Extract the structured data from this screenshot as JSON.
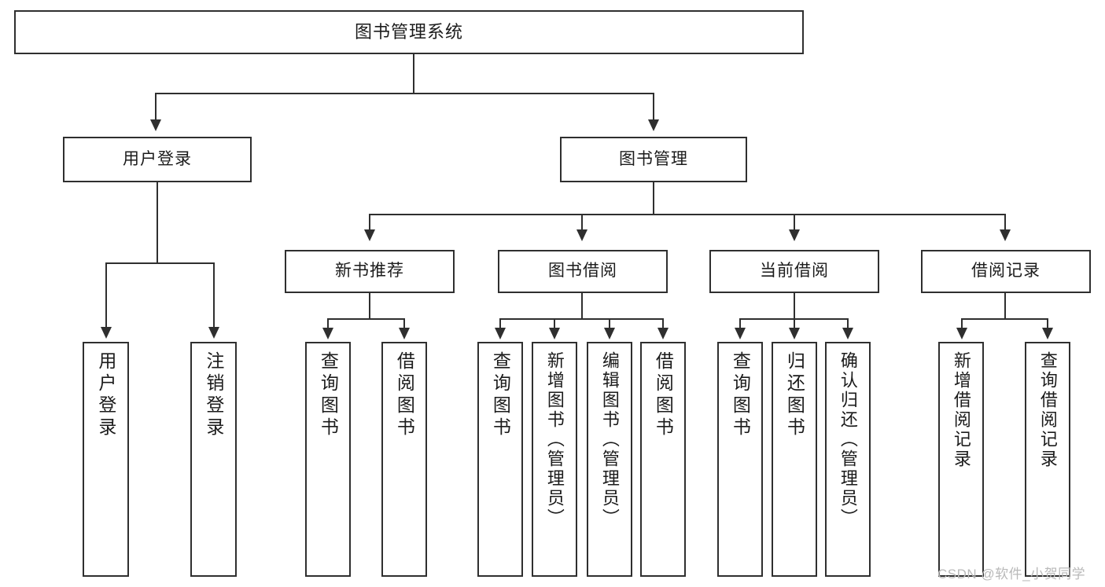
{
  "diagram": {
    "title": "图书管理系统",
    "type": "hierarchy-tree",
    "watermark": "CSDN @软件_小贺同学",
    "colors": {
      "stroke": "#2f2f2f",
      "fill": "#ffffff",
      "text": "#1b1b1b",
      "watermark": "#b9b9b9"
    },
    "root": {
      "label": "图书管理系统"
    },
    "level2": [
      {
        "label": "用户登录"
      },
      {
        "label": "图书管理"
      }
    ],
    "level3": [
      {
        "label": "新书推荐"
      },
      {
        "label": "图书借阅"
      },
      {
        "label": "当前借阅"
      },
      {
        "label": "借阅记录"
      }
    ],
    "leaves": {
      "user_login": [
        {
          "label": "用户登录"
        },
        {
          "label": "注销登录"
        }
      ],
      "new_book_recommend": [
        {
          "label": "查询图书"
        },
        {
          "label": "借阅图书"
        }
      ],
      "book_borrow": [
        {
          "label": "查询图书"
        },
        {
          "label": "新增图书（管理员）"
        },
        {
          "label": "编辑图书（管理员）"
        },
        {
          "label": "借阅图书"
        }
      ],
      "current_borrow": [
        {
          "label": "查询图书"
        },
        {
          "label": "归还图书"
        },
        {
          "label": "确认归还（管理员）"
        }
      ],
      "borrow_record": [
        {
          "label": "新增借阅记录"
        },
        {
          "label": "查询借阅记录"
        }
      ]
    }
  }
}
